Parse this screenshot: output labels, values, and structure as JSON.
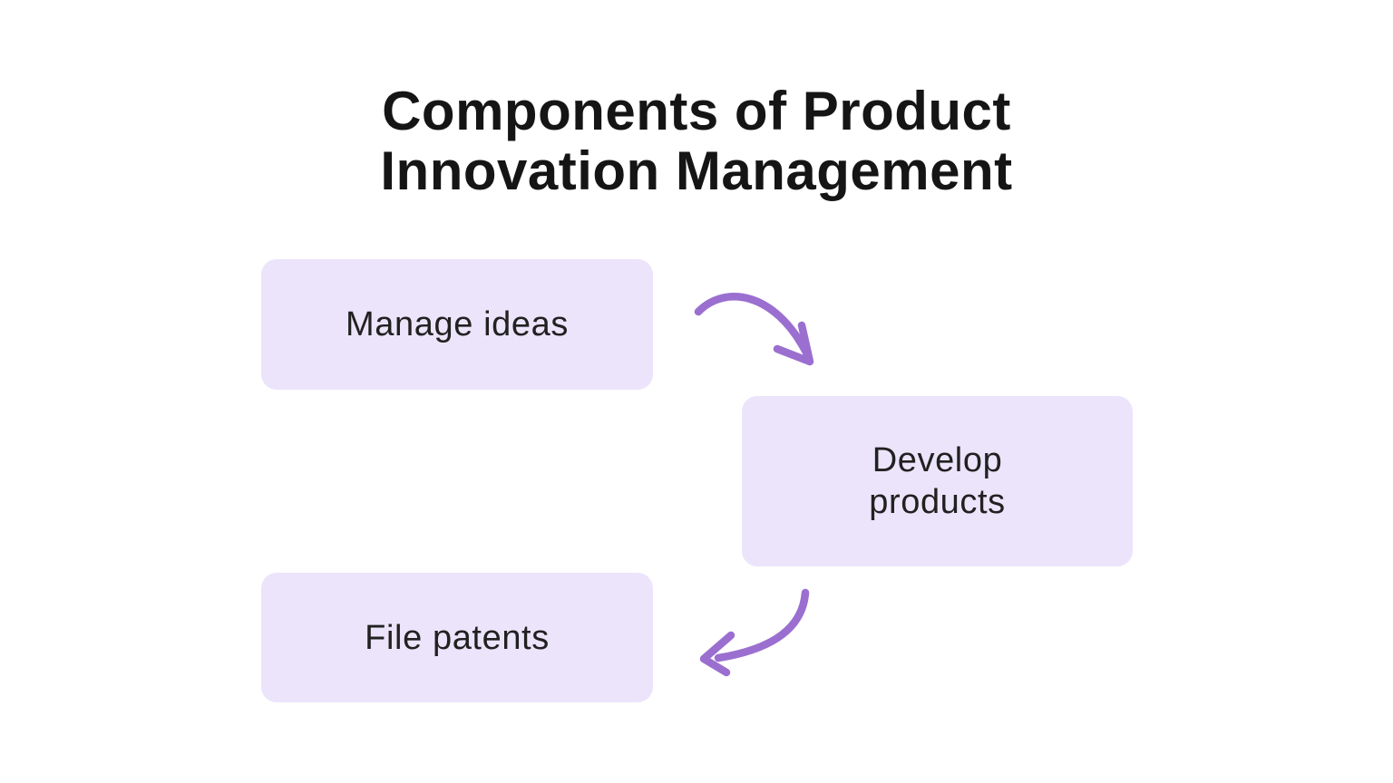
{
  "title": {
    "line1": "Components of Product",
    "line2": "Innovation Management"
  },
  "boxes": [
    {
      "id": "manage-ideas",
      "label": "Manage ideas",
      "lines": [
        "Manage ideas"
      ]
    },
    {
      "id": "develop-products",
      "label": "Develop products",
      "lines": [
        "Develop",
        "products"
      ]
    },
    {
      "id": "file-patents",
      "label": "File patents",
      "lines": [
        "File patents"
      ]
    }
  ],
  "arrows": [
    {
      "from": "Manage ideas",
      "to": "Develop products",
      "direction": "down-right"
    },
    {
      "from": "Develop products",
      "to": "File patents",
      "direction": "down-left"
    }
  ],
  "colors": {
    "background": "#FFFFFF",
    "box_fill": "#ECE4FB",
    "box_text": "#212121",
    "title_text": "#151515",
    "arrow": "#9B6FD0"
  }
}
